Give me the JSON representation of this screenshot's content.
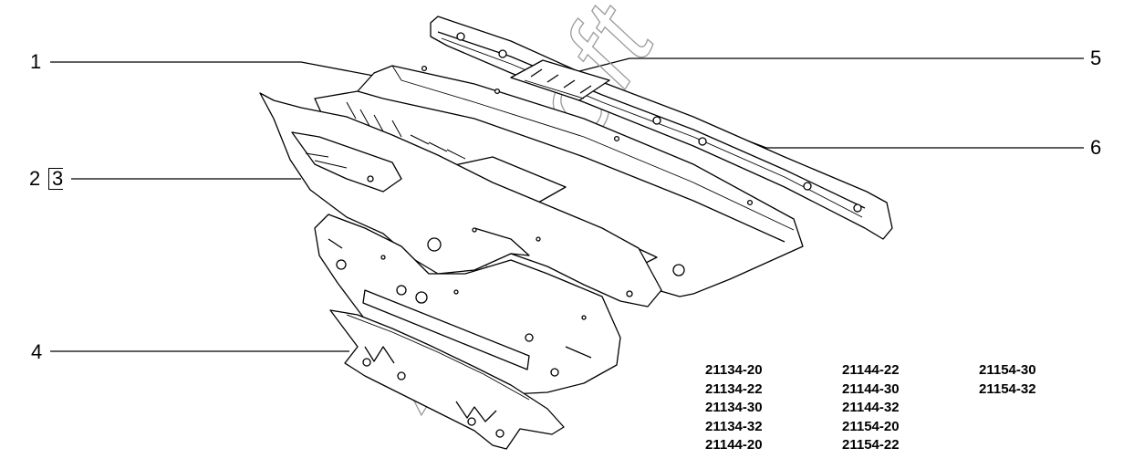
{
  "callouts": {
    "c1": "1",
    "c2": "2",
    "c3": "3",
    "c4": "4",
    "c5": "5",
    "c6": "6"
  },
  "watermark": "AutoSoft",
  "model_codes": [
    [
      "21134-20",
      "21144-22",
      "21154-30"
    ],
    [
      "21134-22",
      "21144-30",
      "21154-32"
    ],
    [
      "21134-30",
      "21144-32",
      ""
    ],
    [
      "21134-32",
      "21154-20",
      ""
    ],
    [
      "21144-20",
      "21154-22",
      ""
    ]
  ],
  "colors": {
    "line": "#000000",
    "watermark": "#9a9a9a",
    "background": "#ffffff"
  }
}
